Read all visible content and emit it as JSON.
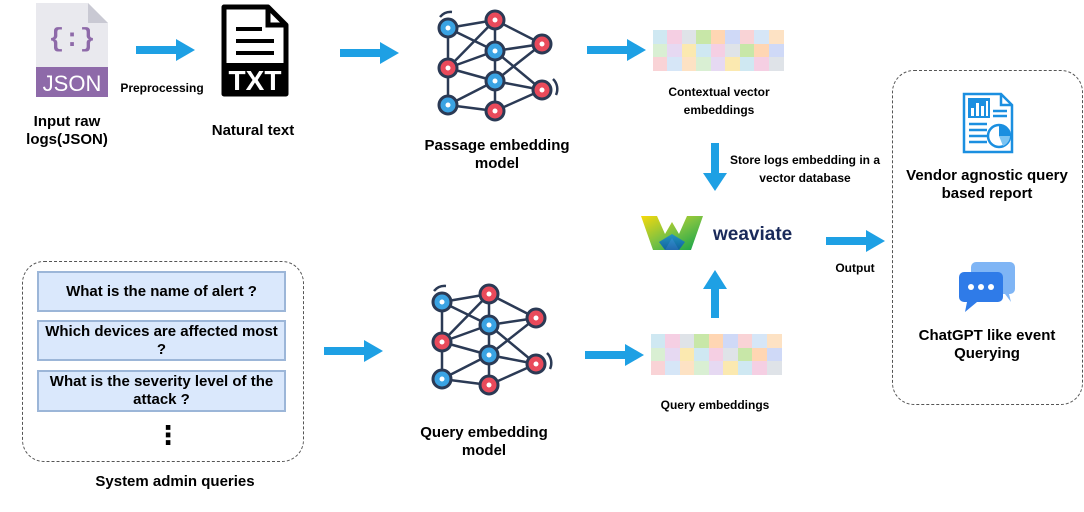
{
  "colors": {
    "arrow": "#1ea0e4",
    "question_fill": "#dae8fc",
    "question_border": "#9cb6d8",
    "json_purple": "#8e6aa9",
    "node_red": "#e94a5b",
    "node_blue": "#3aa3e3",
    "edge": "#2b3a55",
    "weaviate_text": "#1a2a5a"
  },
  "icons": [
    "json-file-icon",
    "txt-file-icon",
    "neural-network-icon",
    "report-icon",
    "chat-icon",
    "weaviate-logo"
  ],
  "labels": {
    "input_raw_logs_1": "Input raw",
    "input_raw_logs_2": "logs(JSON)",
    "preprocessing": "Preprocessing",
    "natural_text": "Natural text",
    "passage_model_1": "Passage embedding",
    "passage_model_2": "model",
    "contextual_1": "Contextual  vector",
    "contextual_2": "embeddings",
    "store_1": "Store logs embedding in a",
    "store_2": "vector database",
    "output": "Output",
    "vendor_1": "Vendor agnostic query",
    "vendor_2": "based report",
    "chatgpt_1": "ChatGPT like event",
    "chatgpt_2": "Querying",
    "query_model_1": "Query embedding",
    "query_model_2": "model",
    "query_embeddings": "Query embeddings",
    "sysadmin": "System admin queries",
    "json_text": "JSON",
    "json_braces": "{:}",
    "txt_text": "TXT",
    "weaviate": "weaviate",
    "ellipsis": "⋮"
  },
  "queries": [
    "What is the name of alert ?",
    "Which devices are affected most ?",
    "What is the severity level of the attack ?"
  ]
}
